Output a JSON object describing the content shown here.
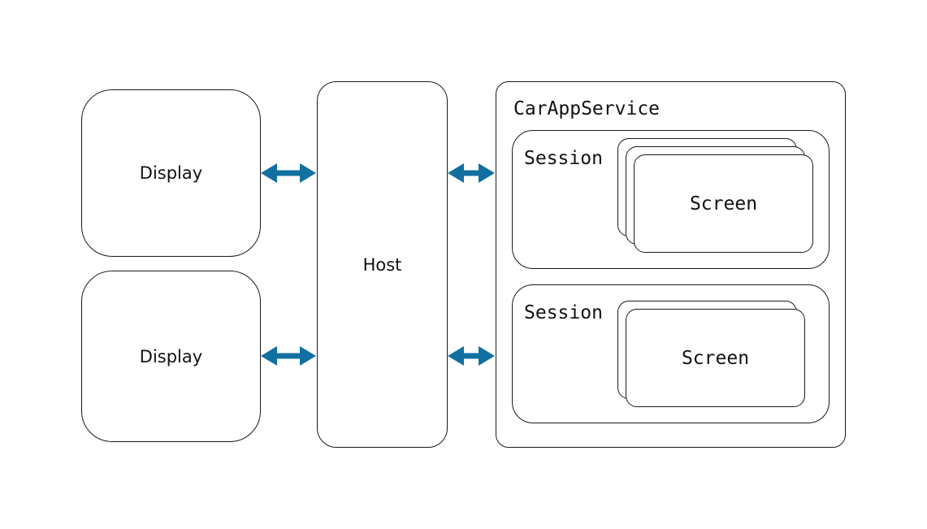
{
  "displays": [
    {
      "label": "Display"
    },
    {
      "label": "Display"
    }
  ],
  "host": {
    "label": "Host"
  },
  "car_app_service": {
    "title": "CarAppService",
    "sessions": [
      {
        "label": "Session",
        "screen_label": "Screen",
        "stack_depth": 3
      },
      {
        "label": "Session",
        "screen_label": "Screen",
        "stack_depth": 2
      }
    ]
  },
  "colors": {
    "arrow": "#1170a0",
    "border": "#1a1a1a"
  }
}
